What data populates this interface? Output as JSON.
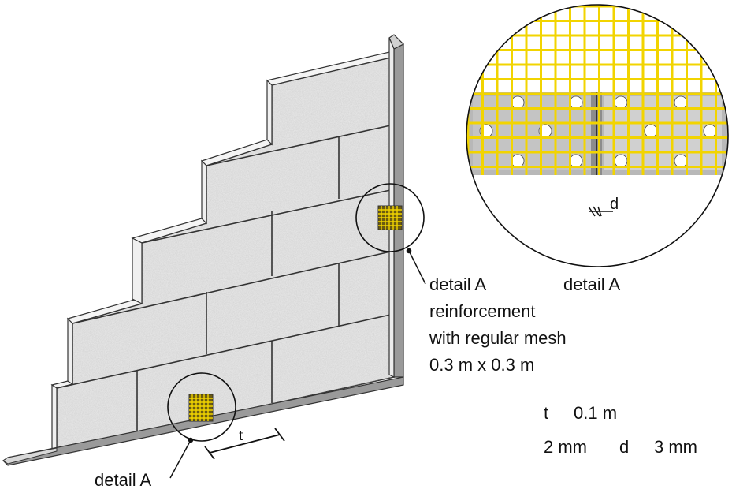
{
  "labels": {
    "detail_a_right": "detail A",
    "detail_a_top": "detail A",
    "detail_a_bottom": "detail A",
    "reinforcement_line1": "reinforcement",
    "reinforcement_line2": "with regular mesh",
    "reinforcement_line3": "0.3 m x 0.3 m",
    "dimension_t": "t",
    "dimension_d": "d"
  },
  "parameters": {
    "t_symbol": "t",
    "t_value": "0.1 m",
    "mesh_thickness": "2 mm",
    "d_symbol": "d",
    "d_value": "3 mm"
  },
  "colors": {
    "mesh": "#f2d400",
    "panel": "#dcdcdc",
    "frame": "#9a9a9a",
    "detail_panel": "#b8b8b8"
  }
}
